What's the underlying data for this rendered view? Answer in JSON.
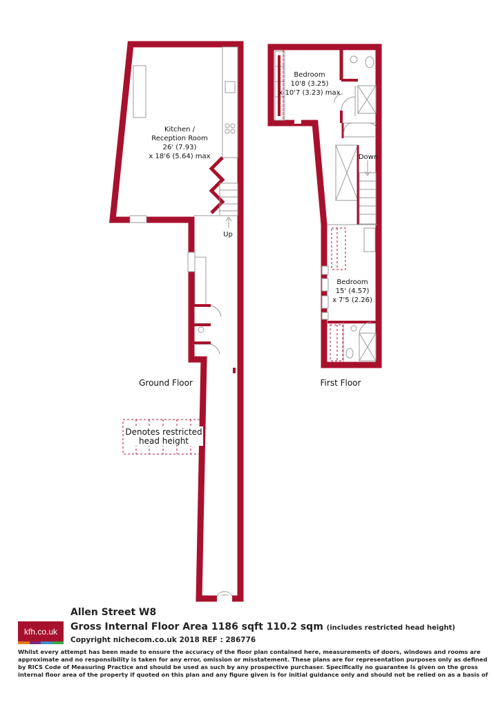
{
  "rooms": {
    "kitchen": {
      "name": "Kitchen /",
      "name2": "Reception Room",
      "dim1": "26' (7.93)",
      "dim2": "x 18'6 (5.64) max"
    },
    "bedroom1": {
      "name": "Bedroom",
      "dim1": "10'8 (3.25)",
      "dim2": "x 10'7 (3.23) max"
    },
    "bedroom2": {
      "name": "Bedroom",
      "dim1": "15' (4.57)",
      "dim2": "x 7'5 (2.26)"
    }
  },
  "stairs": {
    "up": "Up",
    "down": "Down"
  },
  "floors": {
    "ground": "Ground Floor",
    "first": "First Floor"
  },
  "legend": {
    "line1": "Denotes restricted",
    "line2": "head height"
  },
  "footer": {
    "logo_text": "kfh.co.uk",
    "address": "Allen Street  W8",
    "gia_main": "Gross Internal Floor Area 1186 sqft 110.2 sqm",
    "gia_note": "(includes restricted head height)",
    "copyright": "Copyright nichecom.co.uk 2018 REF : 286776",
    "disclaimer": "Whilst every attempt has been made to ensure the accuracy of the floor plan contained here, measurements of doors, windows and rooms are approximate and no responsibility is taken for any error, omission or misstatement.  These plans are for representation purposes only as defined by RICS Code of Measuring Practice and should be used as such by any prospective purchaser.  Specifically no guarantee is given on the gross internal floor area of the property if quoted on this plan and any figure given is for initial guidance only and should not be relied on as a basis of valuation."
  },
  "colors": {
    "wall": "#a8112d",
    "fixture": "#999999",
    "logo_bar": [
      "#e07b1a",
      "#7a2a7e",
      "#3a8fc8",
      "#3aa648"
    ]
  }
}
